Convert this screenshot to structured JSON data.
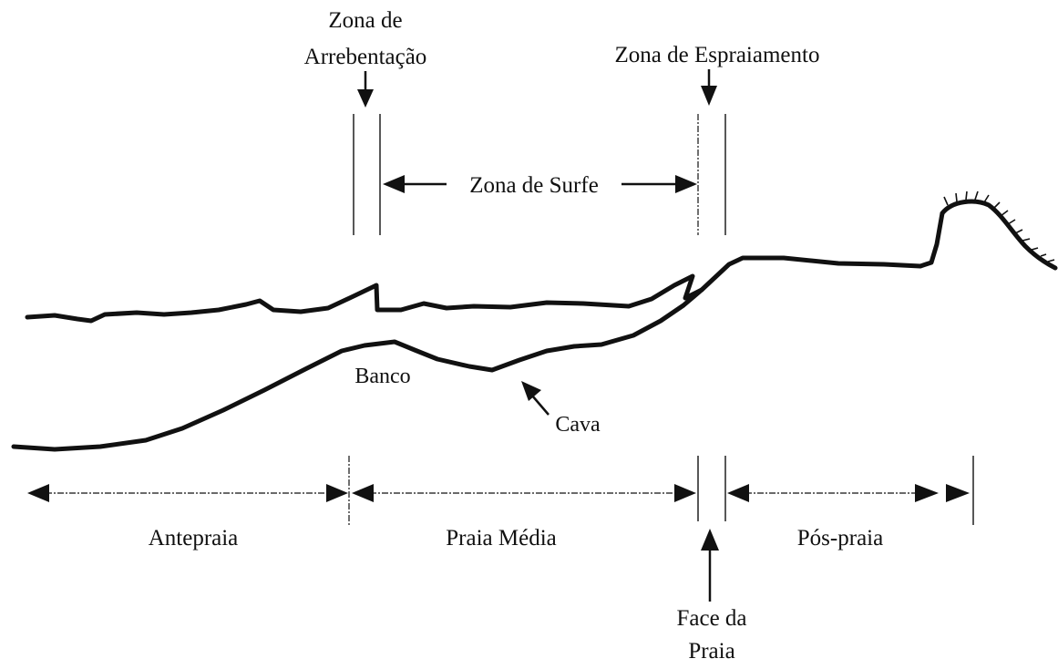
{
  "labels": {
    "zona_arrebentacao_line1": "Zona de",
    "zona_arrebentacao_line2": "Arrebentação",
    "zona_espraiamento": "Zona de Espraiamento",
    "zona_surfe": "Zona de Surfe",
    "banco": "Banco",
    "cava": "Cava",
    "antepraia": "Antepraia",
    "praia_media": "Praia Média",
    "pos_praia": "Pós-praia",
    "face_da_praia_line1": "Face da",
    "face_da_praia_line2": "Praia"
  }
}
